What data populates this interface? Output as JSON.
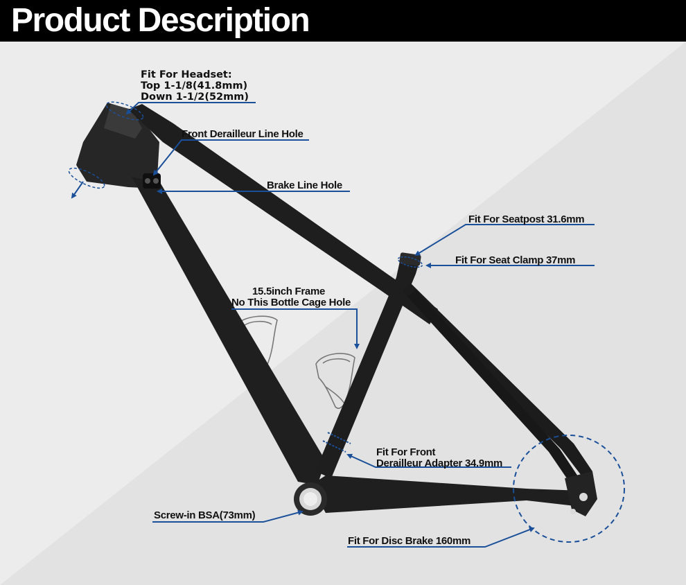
{
  "header": {
    "title": "Product Description"
  },
  "callouts": {
    "headset": {
      "line1": "Fit For Headset:",
      "line2": "Top 1-1/8(41.8mm)",
      "line3": "Down 1-1/2(52mm)"
    },
    "front_derailleur_hole": "Front Derailleur Line Hole",
    "brake_line_hole": "Brake Line Hole",
    "seatpost": "Fit For Seatpost 31.6mm",
    "seat_clamp": "Fit For Seat Clamp 37mm",
    "bottle_cage": {
      "line1": "15.5inch Frame",
      "line2": "No This Bottle Cage Hole"
    },
    "front_derailleur_adapter": {
      "line1": "Fit For Front",
      "line2": "Derailleur Adapter 34.9mm"
    },
    "bsa": "Screw-in BSA(73mm)",
    "disc_brake": "Fit For Disc  Brake 160mm"
  },
  "colors": {
    "header_bg": "#000000",
    "accent_blue": "#1a4f99",
    "background": "#ececec",
    "frame": "#1e1e1e"
  }
}
